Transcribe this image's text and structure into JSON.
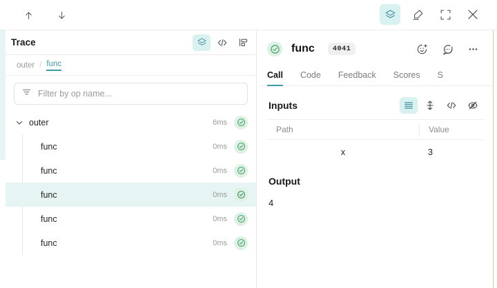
{
  "topbar": {
    "nav_up": "up-arrow",
    "nav_down": "down-arrow",
    "actions": [
      {
        "name": "trace-tree-toggle",
        "icon": "layers-icon",
        "active": true
      },
      {
        "name": "annotate-button",
        "icon": "highlighter-pen-icon",
        "active": false
      },
      {
        "name": "fullscreen-button",
        "icon": "expand-icon",
        "active": false
      },
      {
        "name": "close-button",
        "icon": "close-icon",
        "active": false
      }
    ]
  },
  "trace": {
    "title": "Trace",
    "header_icons": [
      {
        "name": "tree-view-toggle",
        "icon": "layers-icon",
        "active": true
      },
      {
        "name": "code-view-toggle",
        "icon": "code-brackets-icon",
        "active": false
      },
      {
        "name": "flamegraph-view-toggle",
        "icon": "flamegraph-icon",
        "active": false
      }
    ],
    "breadcrumb": {
      "root": "outer",
      "separator": "/",
      "current": "func"
    },
    "filter": {
      "placeholder": "Filter by op name...",
      "value": "",
      "icon": "filter-icon"
    },
    "tree": [
      {
        "label": "outer",
        "duration": "6ms",
        "status": "success",
        "depth": 0,
        "expanded": true,
        "selected": false
      },
      {
        "label": "func",
        "duration": "0ms",
        "status": "success",
        "depth": 1,
        "expanded": false,
        "selected": false
      },
      {
        "label": "func",
        "duration": "0ms",
        "status": "success",
        "depth": 1,
        "expanded": false,
        "selected": false
      },
      {
        "label": "func",
        "duration": "0ms",
        "status": "success",
        "depth": 1,
        "expanded": false,
        "selected": true
      },
      {
        "label": "func",
        "duration": "0ms",
        "status": "success",
        "depth": 1,
        "expanded": false,
        "selected": false
      },
      {
        "label": "func",
        "duration": "0ms",
        "status": "success",
        "depth": 1,
        "expanded": false,
        "selected": false
      }
    ]
  },
  "detail": {
    "status": "success",
    "title": "func",
    "badge": "4041",
    "header_icons": [
      {
        "name": "add-reaction-button",
        "icon": "emoji-plus-icon"
      },
      {
        "name": "add-comment-button",
        "icon": "comment-icon"
      },
      {
        "name": "more-options-button",
        "icon": "ellipsis-icon"
      }
    ],
    "tabs": [
      {
        "label": "Call",
        "active": true
      },
      {
        "label": "Code",
        "active": false
      },
      {
        "label": "Feedback",
        "active": false
      },
      {
        "label": "Scores",
        "active": false
      },
      {
        "label": "S",
        "active": false
      }
    ],
    "inputs": {
      "title": "Inputs",
      "view_icons": [
        {
          "name": "list-view-toggle",
          "icon": "list-icon",
          "active": true
        },
        {
          "name": "expand-rows-toggle",
          "icon": "expand-vertical-icon",
          "active": false
        },
        {
          "name": "json-view-toggle",
          "icon": "code-brackets-icon",
          "active": false
        },
        {
          "name": "hide-empty-toggle",
          "icon": "eye-slash-icon",
          "active": false
        }
      ],
      "columns": [
        "Path",
        "Value"
      ],
      "rows": [
        {
          "path": "x",
          "value": "3"
        }
      ]
    },
    "output": {
      "title": "Output",
      "value": "4"
    }
  },
  "colors": {
    "accent_teal": "#3f9aa8",
    "accent_teal_bg": "#d8f1f1",
    "selected_row_bg": "#e6f5f3",
    "status_green": "#4aa06a",
    "status_green_bg": "#ddf2e4",
    "muted_text": "#9a9a9a"
  }
}
